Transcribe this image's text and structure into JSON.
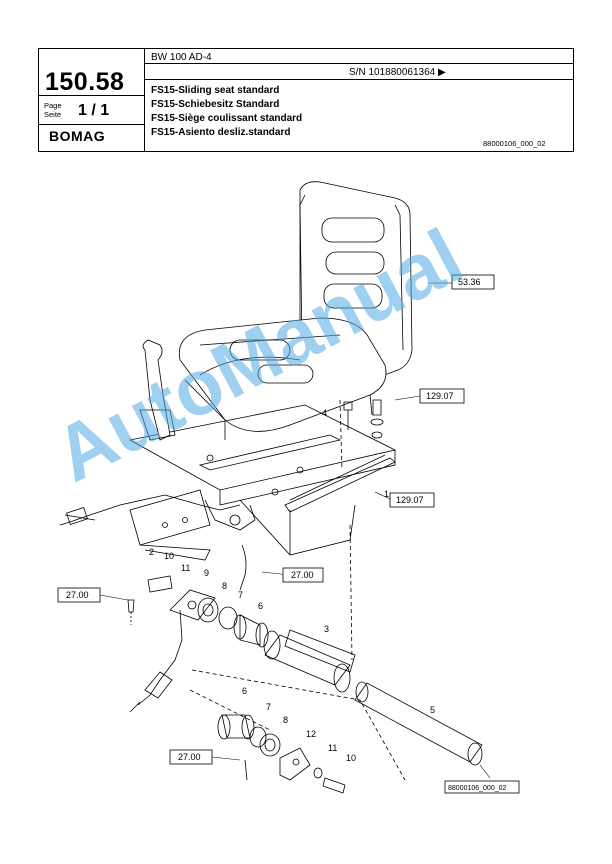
{
  "header": {
    "model": "BW 100 AD-4",
    "serial": "S/N 101880061364  ▶",
    "page_number": "150.58",
    "page_label": "Page\nSeite",
    "page_value": "1 / 1",
    "brand": "BOMAG",
    "titles": [
      "FS15-Sliding seat standard",
      "FS15-Schiebesitz Standard",
      "FS15-Siège coulissant standard",
      "FS15-Asiento desliz.standard"
    ],
    "doc_id": "88000106_000_02"
  },
  "callouts": {
    "ref_5336": "53.36",
    "ref_12907a": "129.07",
    "ref_12907b": "129.07",
    "ref_2700a": "27.00",
    "ref_2700b": "27.00",
    "ref_2700c": "27.00",
    "drawing_id": "88000106_000_02"
  },
  "parts": [
    "1",
    "2",
    "3",
    "4",
    "5",
    "6",
    "6",
    "7",
    "7",
    "8",
    "8",
    "9",
    "10",
    "10",
    "11",
    "11",
    "12"
  ],
  "watermark": "AutoManual"
}
